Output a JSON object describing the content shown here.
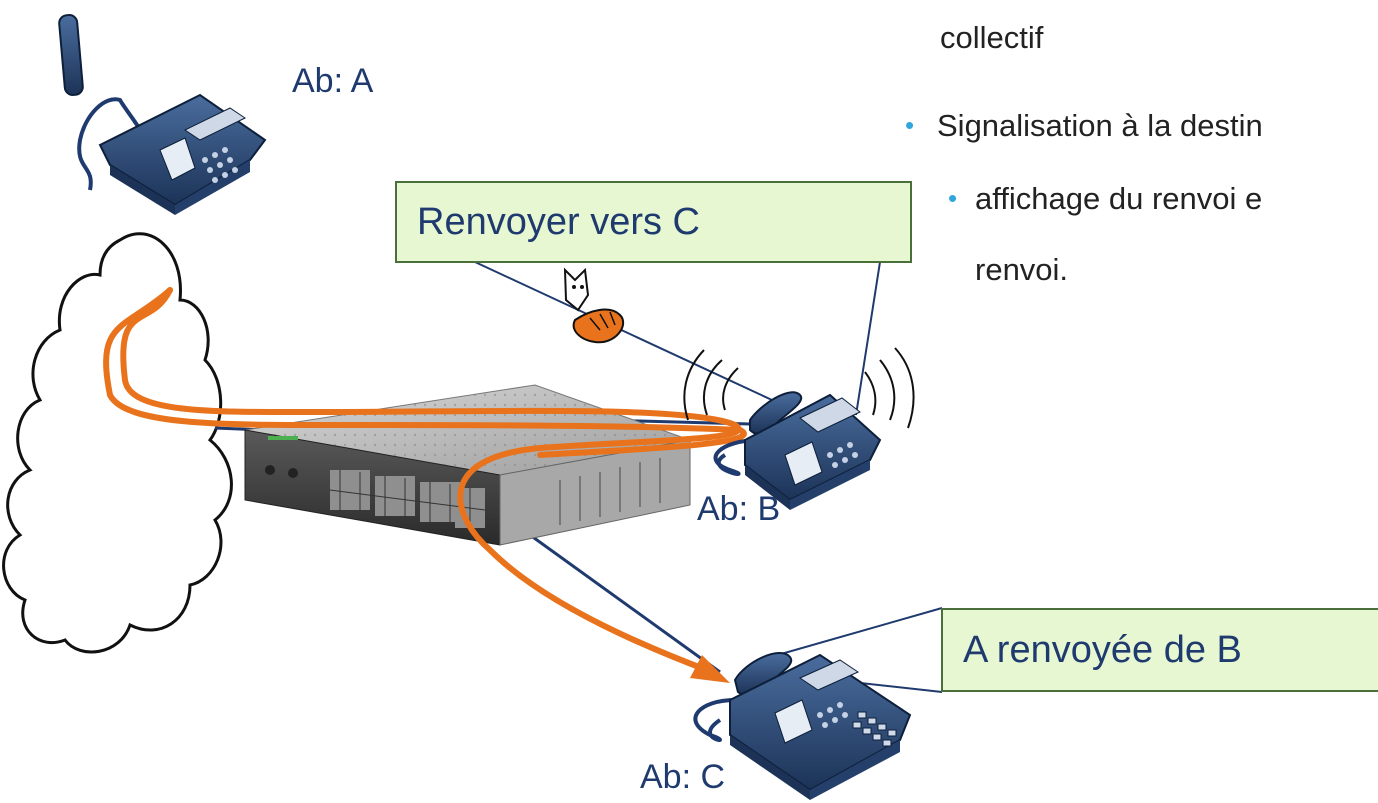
{
  "labels": {
    "ab_a": "Ab: A",
    "ab_b": "Ab: B",
    "ab_c": "Ab: C"
  },
  "boxes": {
    "renvoyer": "Renvoyer vers C",
    "renvoyee": "A renvoyée de B"
  },
  "text_panel": {
    "line_collectif": "collectif",
    "bullet_1": "Signalisation à la destin",
    "sub_bullet_1": "affichage du renvoi e",
    "sub_bullet_1_cont": "renvoi."
  },
  "colors": {
    "route": "#e8731c",
    "wire": "#1f3a6e",
    "box_fill": "#e6f7d2",
    "bullet": "#2fa7dc",
    "phone_body": "#2a4a7a"
  },
  "icons": [
    "phone-a-icon",
    "phone-b-icon",
    "phone-c-icon",
    "cloud-icon",
    "switch-icon",
    "hand-icon",
    "ring-waves-icon",
    "arrow-head-icon"
  ]
}
